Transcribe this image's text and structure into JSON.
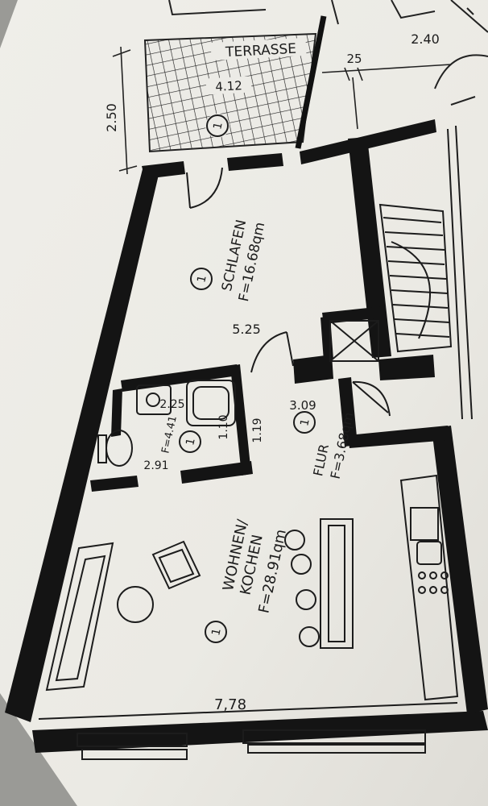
{
  "rooms": {
    "terrace": {
      "label": "TERRASSE",
      "dimension": "4.12",
      "unit_number": "1"
    },
    "bedroom": {
      "label": "SCHLAFEN",
      "area": "F=16.68qm",
      "unit_number": "1"
    },
    "bath": {
      "area": "F=4.41",
      "unit_number": "1"
    },
    "hall": {
      "label": "FLUR",
      "area": "F=3.68qm",
      "unit_number": "1"
    },
    "living": {
      "label_line1": "WOHNEN/",
      "label_line2": "KOCHEN",
      "area": "F=28.91qm",
      "unit_number": "1"
    }
  },
  "dimensions": {
    "terrace_depth": "2.50",
    "wall_offset": "25",
    "top_right": "2.40",
    "bedroom_width": "5.25",
    "bath_a": "2.25",
    "bath_b": "2.91",
    "bath_c": "1.10",
    "bath_d": "1.19",
    "hall_width": "3.09",
    "living_width": "7,78"
  }
}
